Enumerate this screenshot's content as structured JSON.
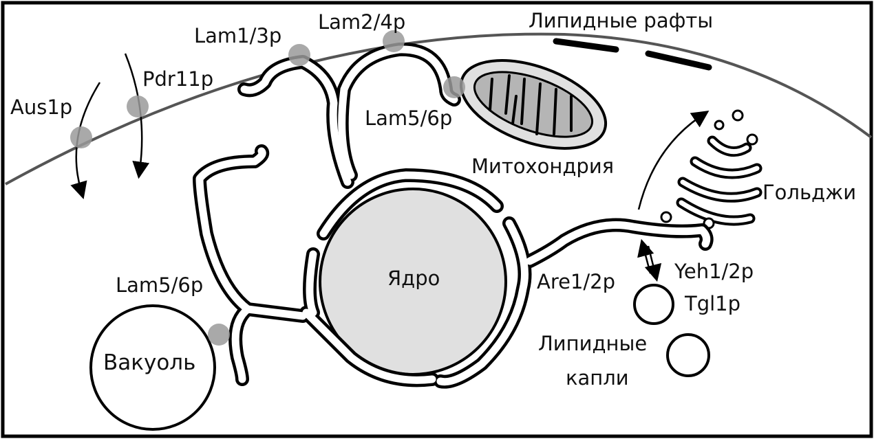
{
  "labels": {
    "lam13": "Lam1/3p",
    "lam24": "Lam2/4p",
    "rafts": "Липидные рафты",
    "pdr11": "Pdr11p",
    "aus1": "Aus1p",
    "lam56_top": "Lam5/6p",
    "mito": "Митохондрия",
    "golgi": "Гольджи",
    "nucleus": "Ядро",
    "are12": "Are1/2p",
    "yeh12": "Yeh1/2p",
    "tgl1": "Tgl1p",
    "lam56_left": "Lam5/6p",
    "vacuole": "Вакуоль",
    "droplets_line1": "Липидные",
    "droplets_line2": "капли"
  },
  "colors": {
    "organelle_fill": "#e0e0e0",
    "protein_marker": "#9a9a9a",
    "membrane_line": "#555555",
    "mito_inner": "#b5b5b5"
  }
}
